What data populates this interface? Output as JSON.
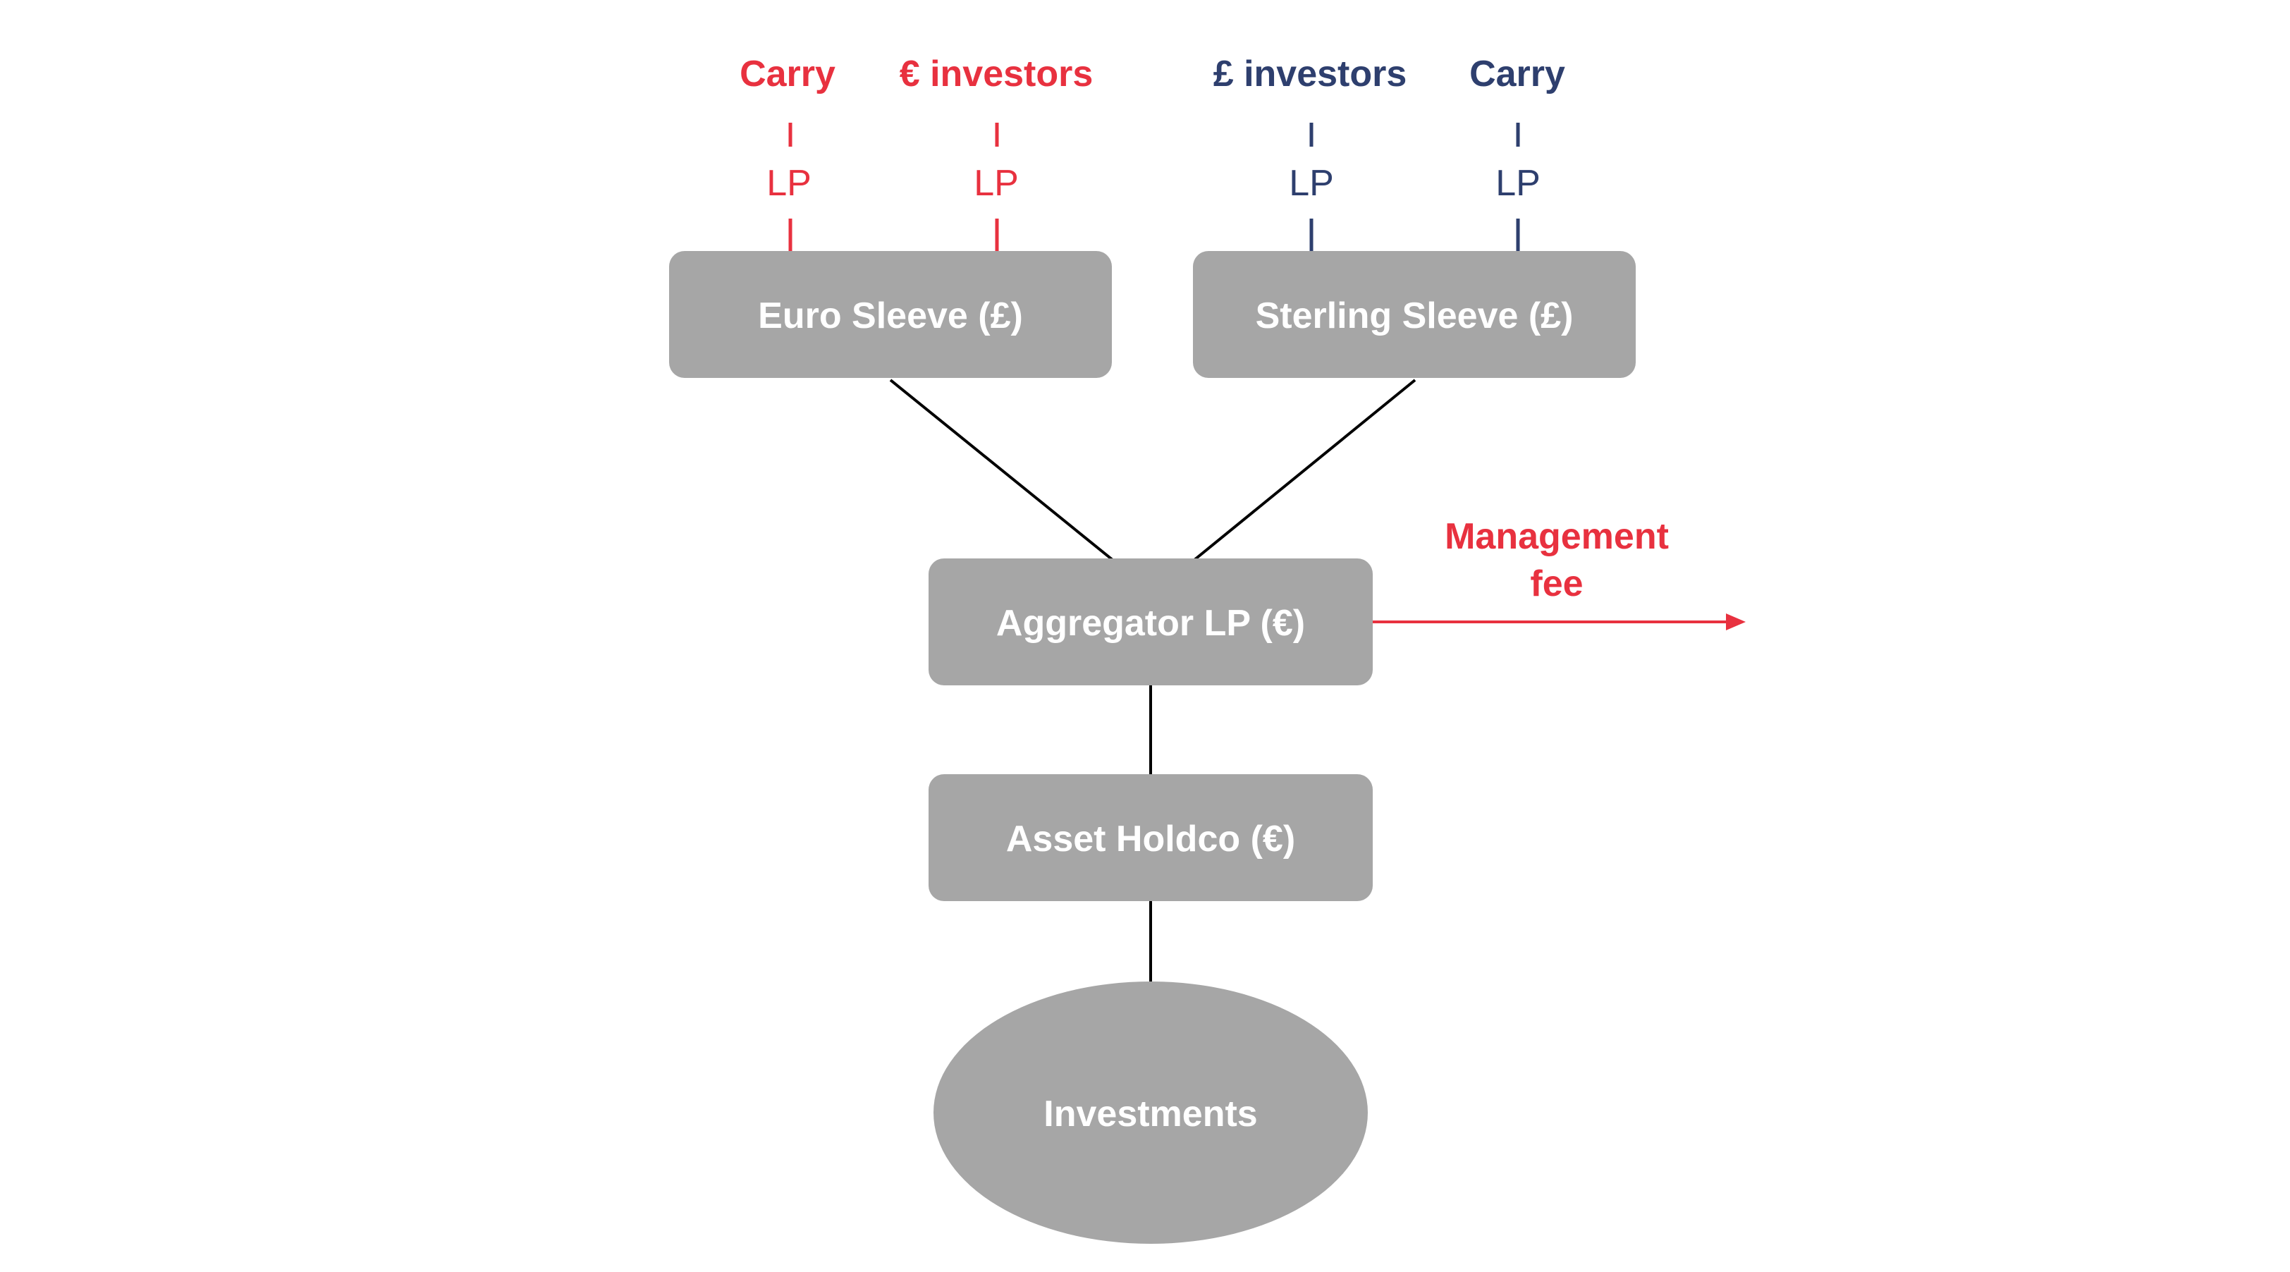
{
  "colors": {
    "red": "#e8313f",
    "navy": "#2e3f6e",
    "box_fill": "#a6a6a6",
    "box_text": "#ffffff",
    "connector": "#000000"
  },
  "euro_side": {
    "carry_label": "Carry",
    "investors_label": "€ investors",
    "carry_lp_label": "LP",
    "investors_lp_label": "LP"
  },
  "sterling_side": {
    "investors_label": "£ investors",
    "carry_label": "Carry",
    "investors_lp_label": "LP",
    "carry_lp_label": "LP"
  },
  "nodes": {
    "euro_sleeve": "Euro Sleeve (£)",
    "sterling_sleeve": "Sterling Sleeve (£)",
    "aggregator": "Aggregator LP (€)",
    "asset_holdco": "Asset Holdco (€)",
    "investments": "Investments"
  },
  "management_fee": {
    "line1": "Management",
    "line2": "fee"
  }
}
